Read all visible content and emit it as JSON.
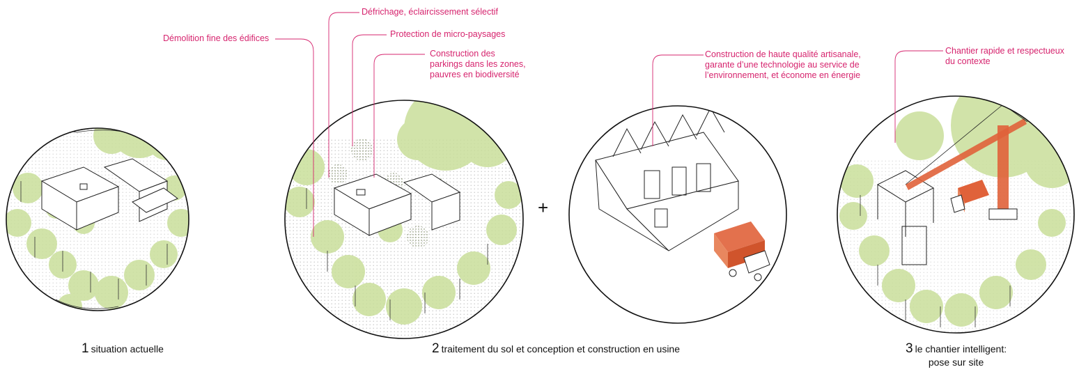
{
  "annotations": {
    "demolition": "Démolition fine des édifices",
    "defrichage": "Défrichage, éclaircissement sélectif",
    "protection": "Protection de micro-paysages",
    "parkings_1": "Construction des",
    "parkings_2": "parkings dans les zones,",
    "parkings_3": "pauvres en biodiversité",
    "haute_1": "Construction de haute qualité artisanale,",
    "haute_2": "garante d’une technologie au service de",
    "haute_3": "l’environnement, et économe en énergie",
    "chantier_1": "Chantier rapide et respectueux",
    "chantier_2": "du contexte"
  },
  "captions": {
    "step1_num": "1",
    "step1_text": "situation actuelle",
    "step2_num": "2",
    "step2_text": "traitement du sol et conception et construction en usine",
    "step3_num": "3",
    "step3_text": "le chantier intelligent:",
    "step3_text2": "pose sur site"
  },
  "plus_sign": "+",
  "colors": {
    "accent": "#d6246e",
    "foliage": "#c9df9a",
    "crane": "#e0623a",
    "outline": "#111111"
  }
}
